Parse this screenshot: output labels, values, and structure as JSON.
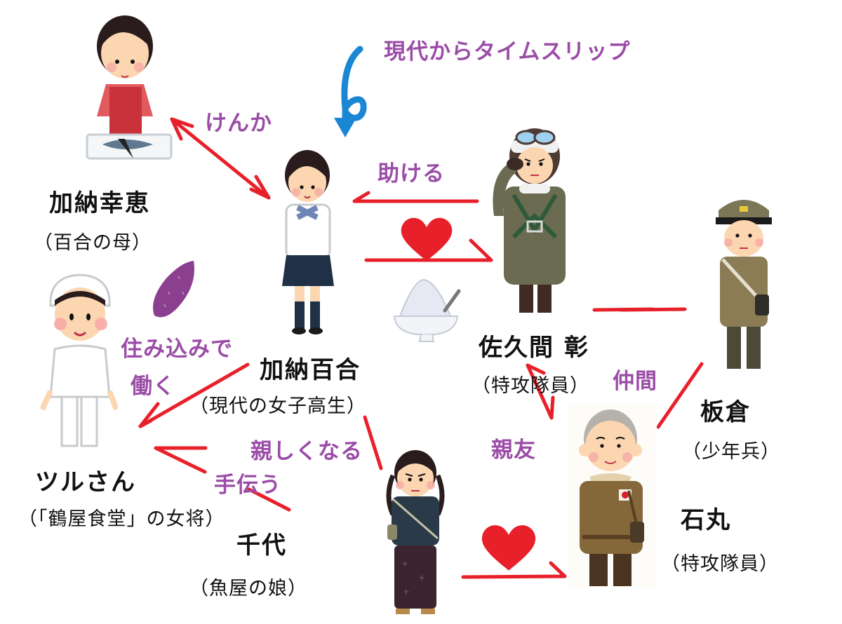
{
  "title": "現代からタイムスリップ",
  "colors": {
    "line": "#e8202a",
    "label": "#9a4ca6",
    "name": "#111111",
    "timeslip_arrow": "#1a86d4",
    "heart": "#e8202a",
    "sweet_potato": "#8b3f8f"
  },
  "characters": [
    {
      "id": "yuri",
      "name": "加納百合",
      "role": "（現代の女子高生）"
    },
    {
      "id": "sachie",
      "name": "加納幸恵",
      "role": "（百合の母）"
    },
    {
      "id": "tsuru",
      "name": "ツルさん",
      "role": "（「鶴屋食堂」の女将）"
    },
    {
      "id": "chiyo",
      "name": "千代",
      "role": "（魚屋の娘）"
    },
    {
      "id": "akira",
      "name": "佐久間 彰",
      "role": "（特攻隊員）"
    },
    {
      "id": "itakura",
      "name": "板倉",
      "role": "（少年兵）"
    },
    {
      "id": "ishimaru",
      "name": "石丸",
      "role": "（特攻隊員）"
    }
  ],
  "relations": [
    {
      "from": "yuri",
      "to": "sachie",
      "label": "けんか",
      "type": "bidirectional"
    },
    {
      "from": "akira",
      "to": "yuri",
      "label": "助ける",
      "type": "arrow"
    },
    {
      "from": "yuri",
      "to": "akira",
      "label": "heart",
      "type": "love"
    },
    {
      "from": "yuri",
      "to": "tsuru",
      "label": "住み込みで 働く",
      "type": "arrow"
    },
    {
      "from": "chiyo",
      "to": "tsuru",
      "label": "手伝う",
      "type": "arrow"
    },
    {
      "from": "yuri",
      "to": "chiyo",
      "label": "親しくなる",
      "type": "line"
    },
    {
      "from": "chiyo",
      "to": "ishimaru",
      "label": "heart",
      "type": "love"
    },
    {
      "from": "akira",
      "to": "itakura",
      "label": "仲間",
      "type": "line"
    },
    {
      "from": "ishimaru",
      "to": "akira",
      "label": "親友",
      "type": "bidirectional"
    },
    {
      "from": "itakura",
      "to": "ishimaru",
      "label": "仲間",
      "type": "line"
    }
  ],
  "labels": {
    "kenka": "けんか",
    "tasukeru": "助ける",
    "sumikomi_1": "住み込みで",
    "sumikomi_2": "働く",
    "shitashiku": "親しくなる",
    "tetsudau": "手伝う",
    "nakama": "仲間",
    "shinyu": "親友"
  },
  "icons": [
    "time-slip-loop-arrow-icon",
    "heart-icon",
    "sweet-potato-icon",
    "shaved-ice-icon"
  ]
}
